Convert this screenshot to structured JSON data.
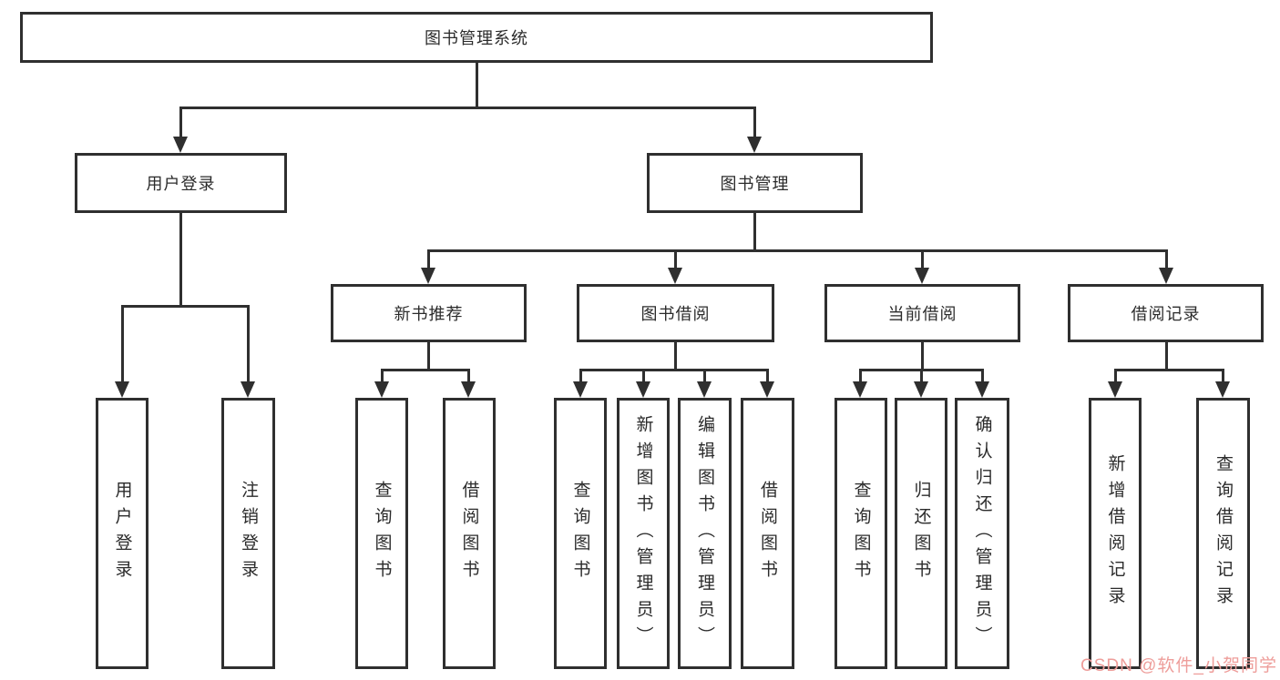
{
  "tree": {
    "label": "图书管理系统",
    "children": [
      {
        "label": "用户登录",
        "children": [
          {
            "label": "用户登录"
          },
          {
            "label": "注销登录"
          }
        ]
      },
      {
        "label": "图书管理",
        "children": [
          {
            "label": "新书推荐",
            "children": [
              {
                "label": "查询图书"
              },
              {
                "label": "借阅图书"
              }
            ]
          },
          {
            "label": "图书借阅",
            "children": [
              {
                "label": "查询图书"
              },
              {
                "label": "新增图书（管理员）"
              },
              {
                "label": "编辑图书（管理员）"
              },
              {
                "label": "借阅图书"
              }
            ]
          },
          {
            "label": "当前借阅",
            "children": [
              {
                "label": "查询图书"
              },
              {
                "label": "归还图书"
              },
              {
                "label": "确认归还（管理员）"
              }
            ]
          },
          {
            "label": "借阅记录",
            "children": [
              {
                "label": "新增借阅记录"
              },
              {
                "label": "查询借阅记录"
              }
            ]
          }
        ]
      }
    ]
  },
  "watermark": {
    "text": "CSDN @软件_小贺同学",
    "color": "#ee9d9a"
  },
  "colors": {
    "line": "#2f2f2f",
    "box_border": "#2f2f2f",
    "text": "#2b2b2b",
    "background": "#ffffff"
  }
}
